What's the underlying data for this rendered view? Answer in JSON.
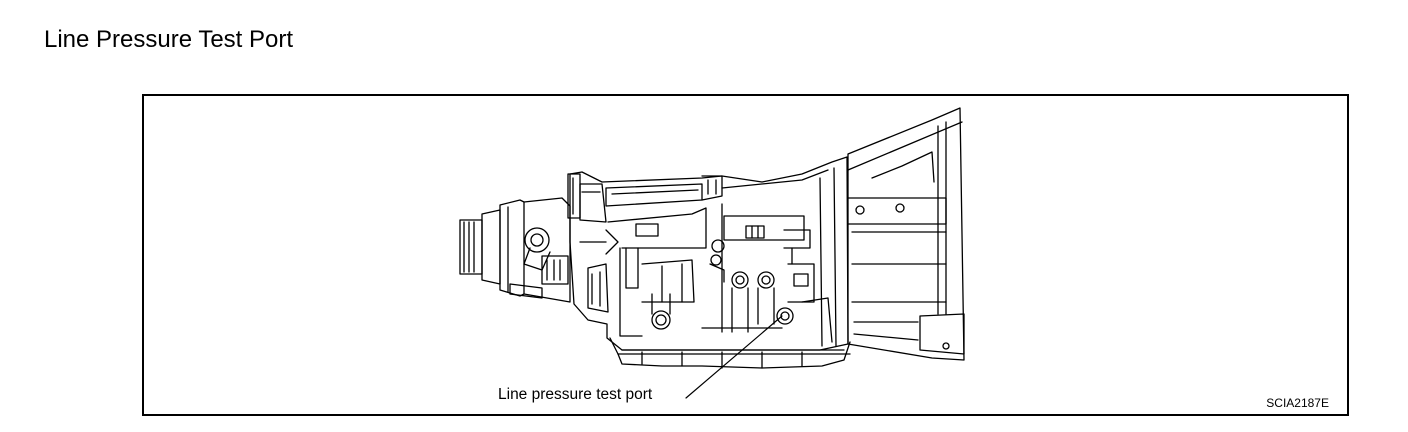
{
  "page": {
    "title": "Line Pressure Test Port"
  },
  "figure": {
    "callout_label": "Line pressure test port",
    "figure_code": "SCIA2187E",
    "line_color": "#000000",
    "background_color": "#ffffff"
  }
}
